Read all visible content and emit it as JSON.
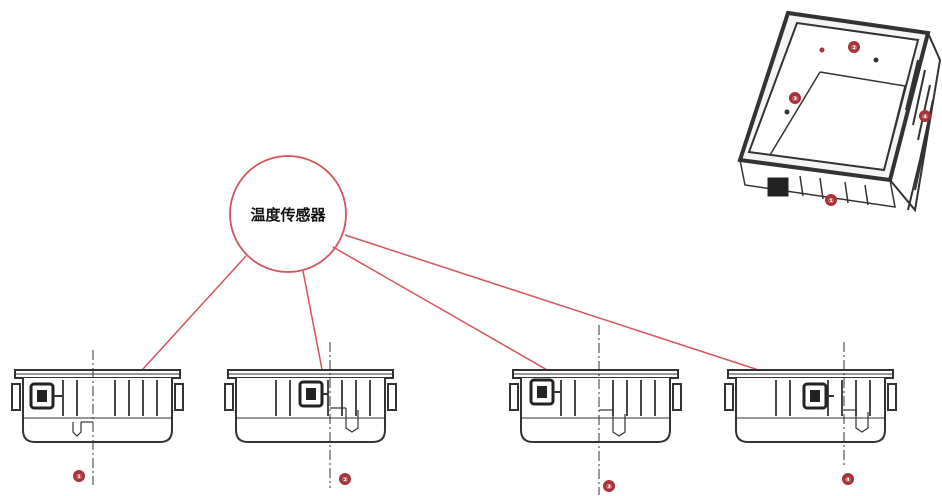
{
  "diagram": {
    "sensor_label": "温度传感器",
    "colors": {
      "line": "#333333",
      "accent": "#d4545c",
      "marker": "#a8323a",
      "background": "#ffffff"
    },
    "iso_markers": [
      "①",
      "②",
      "③",
      "④"
    ],
    "views": [
      {
        "id": "view-1",
        "marker": "①"
      },
      {
        "id": "view-2",
        "marker": "②"
      },
      {
        "id": "view-3",
        "marker": "③"
      },
      {
        "id": "view-4",
        "marker": "④"
      }
    ]
  }
}
